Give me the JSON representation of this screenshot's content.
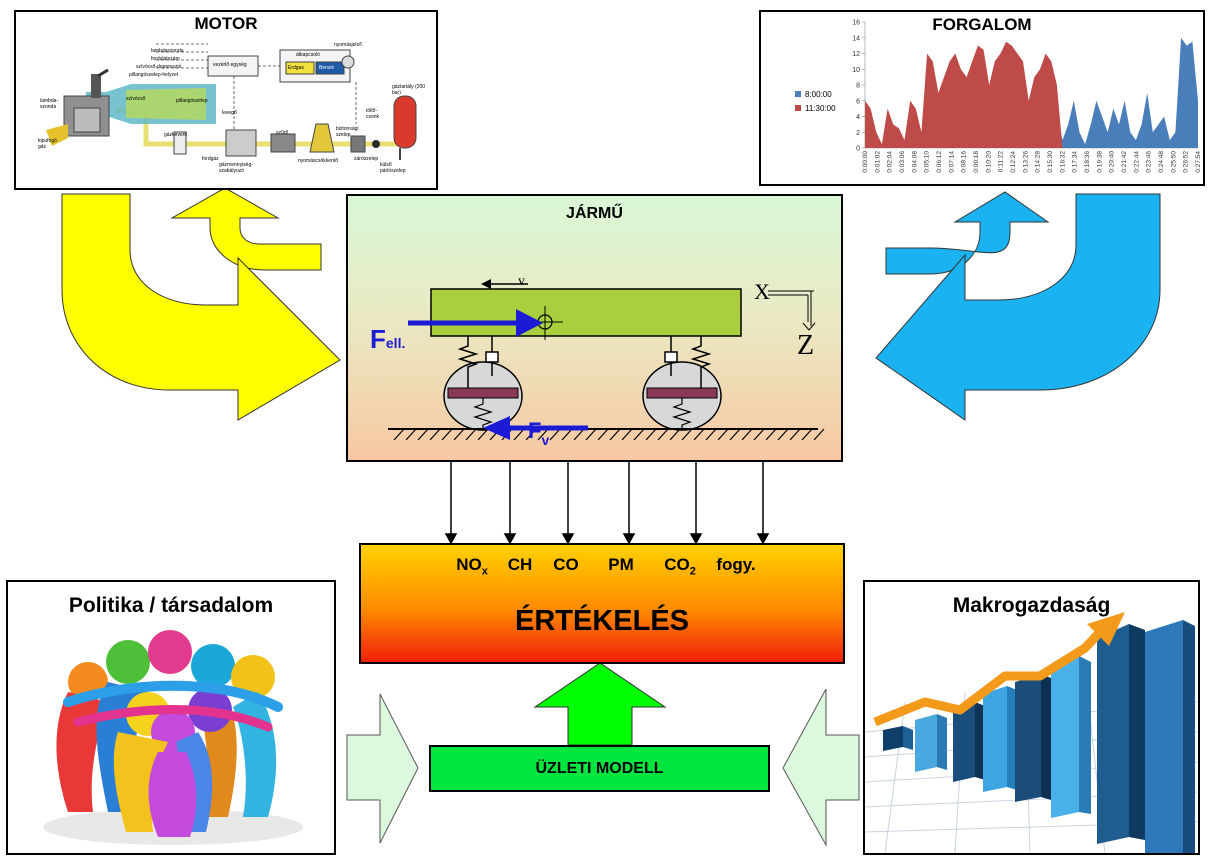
{
  "motor": {
    "title": "MOTOR",
    "labels": [
      "lambdaszonda",
      "fordulatszám",
      "szívócső-depresszió",
      "pillangószelep-helyzet",
      "vezérlő egység",
      "átkapcsoló",
      "Erdgas",
      "Benzin",
      "nyomásjelző",
      "gáztartály (200 bar)",
      "lambda-szonda",
      "szívócső",
      "pillangószelep",
      "levegő",
      "kipufogó gáz",
      "gázkeverő",
      "gázmennyiség-szabályozó",
      "szűrő",
      "nyomáscsökkentő",
      "biztonsági szelep",
      "töltő-csonk",
      "zárószelep",
      "külső párlószelep",
      "fordgáz"
    ]
  },
  "forgalom": {
    "title": "FORGALOM",
    "chart_data": {
      "type": "area",
      "title": "FORGALOM",
      "ylim": [
        0,
        16
      ],
      "yticks": [
        0,
        2,
        4,
        6,
        8,
        10,
        12,
        14,
        16
      ],
      "x_ticks": [
        "0:00:00",
        "0:01:02",
        "0:02:04",
        "0:03:06",
        "0:04:08",
        "0:05:10",
        "0:06:12",
        "0:07:14",
        "0:08:16",
        "0:09:18",
        "0:10:20",
        "0:11:22",
        "0:12:24",
        "0:13:26",
        "0:14:28",
        "0:15:30",
        "0:16:32",
        "0:17:34",
        "0:18:36",
        "0:19:38",
        "0:20:40",
        "0:21:42",
        "0:22:44",
        "0:23:46",
        "0:24:48",
        "0:25:50",
        "0:26:52",
        "0:27:54"
      ],
      "series": [
        {
          "name": "8:00:00",
          "color": "#4a7ebb",
          "values": [
            0,
            0,
            0,
            0,
            0,
            0,
            0,
            0,
            0,
            0,
            0,
            0,
            0,
            0,
            1.5,
            4,
            7,
            6,
            5,
            2,
            6,
            4,
            3,
            5,
            1.5,
            3,
            2,
            4,
            2,
            5,
            3.5,
            1,
            3,
            4,
            4.5,
            1,
            3,
            6,
            2,
            0.5,
            3,
            6,
            4,
            2,
            5,
            3,
            6,
            2,
            1,
            3,
            7,
            2,
            3,
            4,
            1,
            2,
            14,
            13,
            13.5,
            6
          ]
        },
        {
          "name": "11:30:00",
          "color": "#be4b48",
          "values": [
            6,
            5,
            2,
            0.5,
            5,
            3,
            2.5,
            1,
            6,
            5,
            2,
            12,
            11,
            7,
            9,
            11,
            12,
            10,
            9,
            11,
            13,
            12.5,
            8,
            11,
            12,
            13.5,
            13,
            12,
            11,
            6,
            9,
            10,
            12,
            11,
            8,
            0,
            0,
            0,
            0,
            0,
            0,
            0,
            0,
            0,
            0,
            0,
            0,
            0,
            0,
            0,
            0,
            0,
            0,
            0,
            0,
            0,
            0,
            0,
            0,
            0
          ]
        }
      ]
    }
  },
  "jarmu": {
    "title": "JÁRMŰ",
    "v_label": "v",
    "x_label": "X",
    "z_label": "Z",
    "f_ell_main": "F",
    "f_ell_sub": "ell.",
    "f_v_main": "F",
    "f_v_sub": "v"
  },
  "ertekeles": {
    "title": "ÉRTÉKELÉS",
    "outputs": [
      {
        "main": "NO",
        "sub": "x"
      },
      {
        "main": "CH",
        "sub": ""
      },
      {
        "main": "CO",
        "sub": ""
      },
      {
        "main": "PM",
        "sub": ""
      },
      {
        "main": "CO",
        "sub": "2"
      },
      {
        "main": "fogy.",
        "sub": ""
      }
    ]
  },
  "uzleti_modell": {
    "title": "ÜZLETI MODELL"
  },
  "politika": {
    "title": "Politika / társadalom"
  },
  "makro": {
    "title": "Makrogazdaság"
  },
  "colors": {
    "yellow_arrow": "#ffff00",
    "cyan_arrow": "#1ab2f0",
    "green_arrow": "#00ff00",
    "light_green_arrow": "#ddf9dd",
    "vehicle_body": "#a9cf3f",
    "uzleti_box": "#00e640"
  }
}
